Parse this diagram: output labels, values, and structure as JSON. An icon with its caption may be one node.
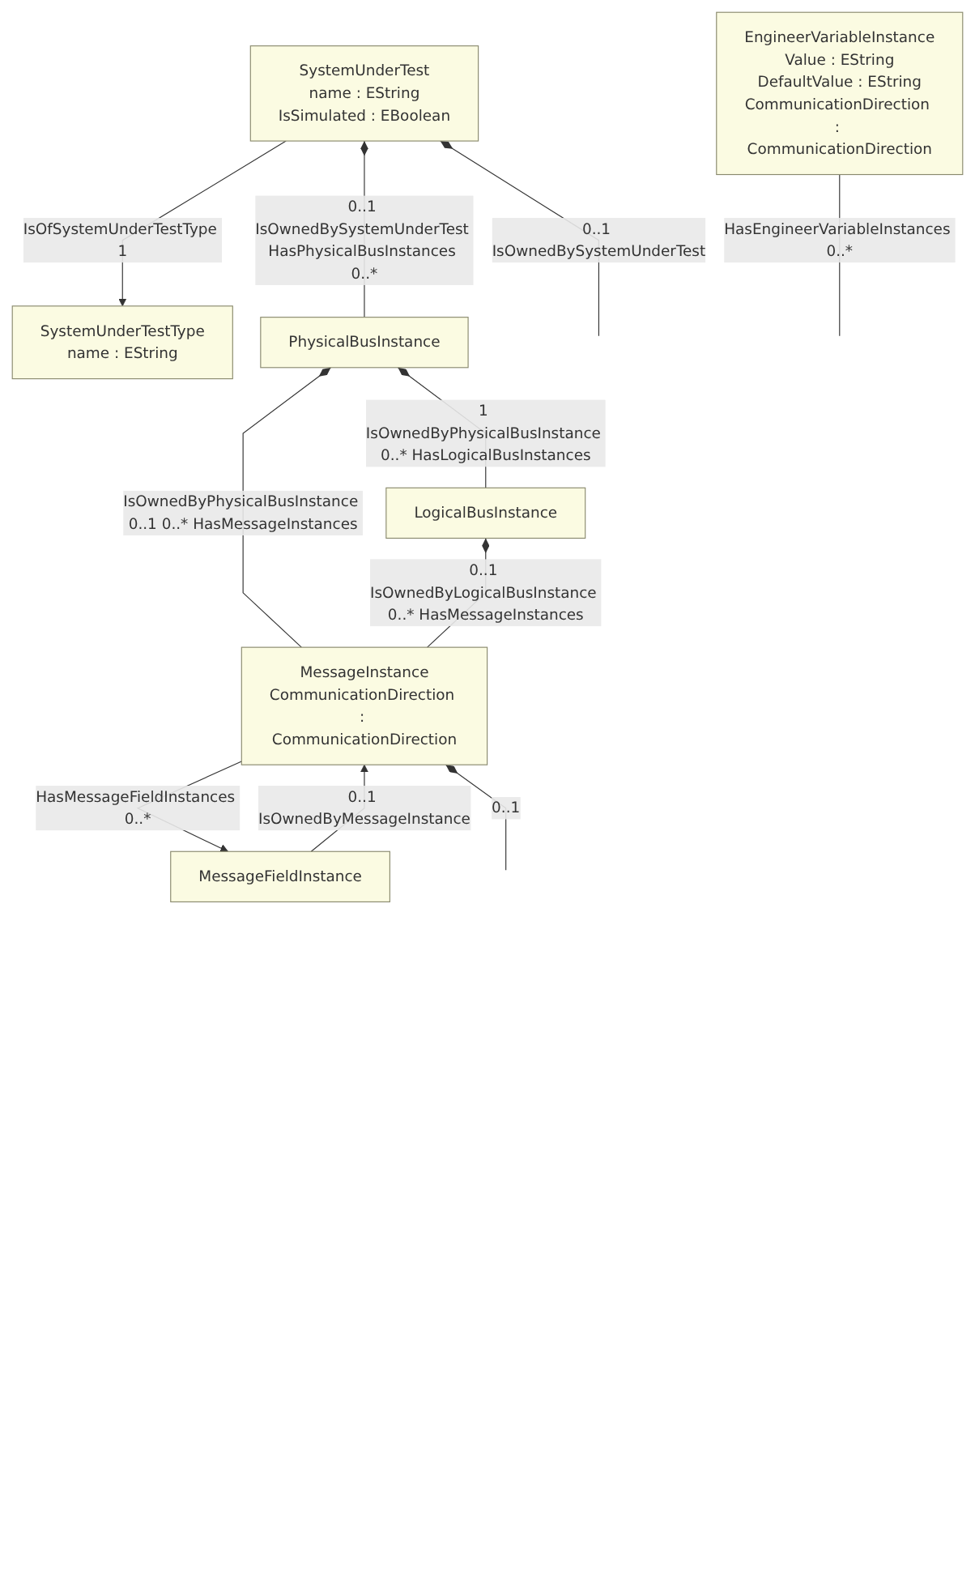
{
  "diagram": {
    "nodes": [
      {
        "text": [
          "SystemUnderTestType",
          "name : EString"
        ]
      },
      {
        "text": [
          "SystemUnderTest",
          "name : EString",
          "IsSimulated : EBoolean"
        ]
      },
      {
        "text": [
          "PhysicalBusInstance"
        ]
      },
      {
        "text": [
          "LogicalBusInstance"
        ]
      },
      {
        "text": [
          "MessageInstance",
          "CommunicationDirection : CommunicationDirection"
        ]
      },
      {
        "text": [
          "MessageFieldInstance"
        ]
      },
      {
        "text": [
          "EngineerVariableInstance",
          "Value : EString",
          "DefaultValue : EString",
          "CommunicationDirection : CommunicationDirection"
        ]
      }
    ],
    "edges": [
      {
        "from": 1,
        "to": 0,
        "arrow": "to",
        "label": "IsOfSystemUnderTestType 1"
      },
      {
        "from": 1,
        "to": null,
        "arrow": "other",
        "label": "0..1 IsOwnedBySystemUnderTest"
      },
      {
        "from": 1,
        "to": 2,
        "arrow": "other",
        "label": "0..1 IsOwnedBySystemUnderTest HasPhysicalBusInstances 0..*"
      },
      {
        "from": 2,
        "to": 3,
        "arrow": "other",
        "label": "1 IsOwnedByPhysicalBusInstance 0..* HasLogicalBusInstances"
      },
      {
        "from": 2,
        "to": 4,
        "arrow": "other",
        "label": "IsOwnedByPhysicalBusInstance 0..1 0..* HasMessageInstances"
      },
      {
        "from": 3,
        "to": 4,
        "arrow": "other",
        "label": "0..1 IsOwnedByLogicalBusInstance 0..* HasMessageInstances"
      },
      {
        "from": 5,
        "to": 4,
        "arrow": "to",
        "label": "0..1 IsOwnedByMessageInstance"
      },
      {
        "from": 4,
        "to": 5,
        "arrow": "to",
        "label": "HasMessageFieldInstances 0..*"
      },
      {
        "from": 4,
        "to": null,
        "arrow": "other",
        "label": "0..1"
      },
      {
        "from": 6,
        "to": null,
        "arrow": "none",
        "label": "HasEngineerVariableInstances 0..*"
      }
    ]
  }
}
